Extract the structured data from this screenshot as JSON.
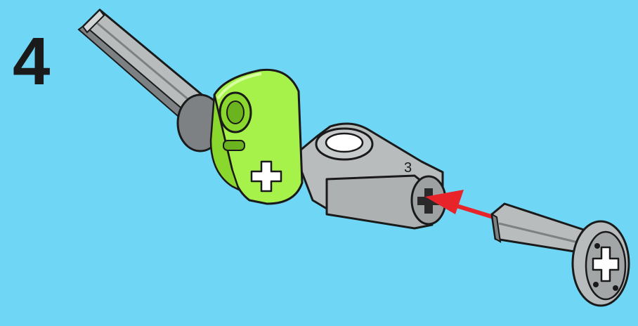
{
  "step": {
    "number": "4"
  },
  "colors": {
    "background": "#6fd6f5",
    "part_grey": "#b9bcbd",
    "part_grey_dark": "#7d8183",
    "connector_green": "#a6f14a",
    "arrow_red": "#e8242a",
    "outline": "#1a1a1a"
  },
  "parts": [
    {
      "name": "axle-long",
      "color": "grey"
    },
    {
      "name": "cross-block",
      "color": "green"
    },
    {
      "name": "angled-connector",
      "color": "grey"
    },
    {
      "name": "axle-with-stop",
      "color": "grey"
    }
  ],
  "instruction": {
    "arrow_icon": "insert-arrow"
  }
}
